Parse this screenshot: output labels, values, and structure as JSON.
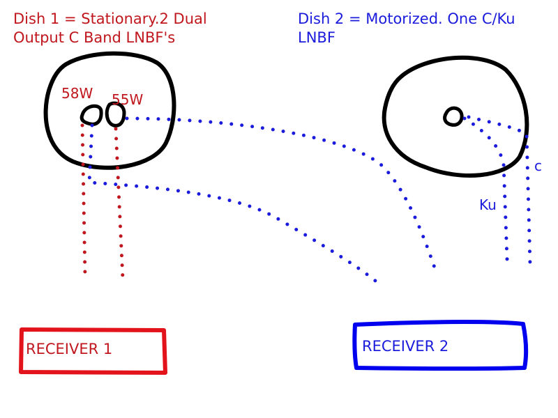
{
  "colors": {
    "red": "#c0171e",
    "blue": "#1b1bdc",
    "black": "#000000",
    "background": "#ffffff"
  },
  "dish1": {
    "title_line1": "Dish 1 = Stationary.2 Dual",
    "title_line2": "Output C Band LNBF's",
    "lnb_left_label": "58W",
    "lnb_right_label": "55W"
  },
  "dish2": {
    "title_line1": "Dish 2 = Motorized. One C/Ku",
    "title_line2": "LNBF",
    "ku_label": "Ku",
    "c_label": "c"
  },
  "receiver1": {
    "label": "RECEIVER 1"
  },
  "receiver2": {
    "label": "RECEIVER 2"
  }
}
